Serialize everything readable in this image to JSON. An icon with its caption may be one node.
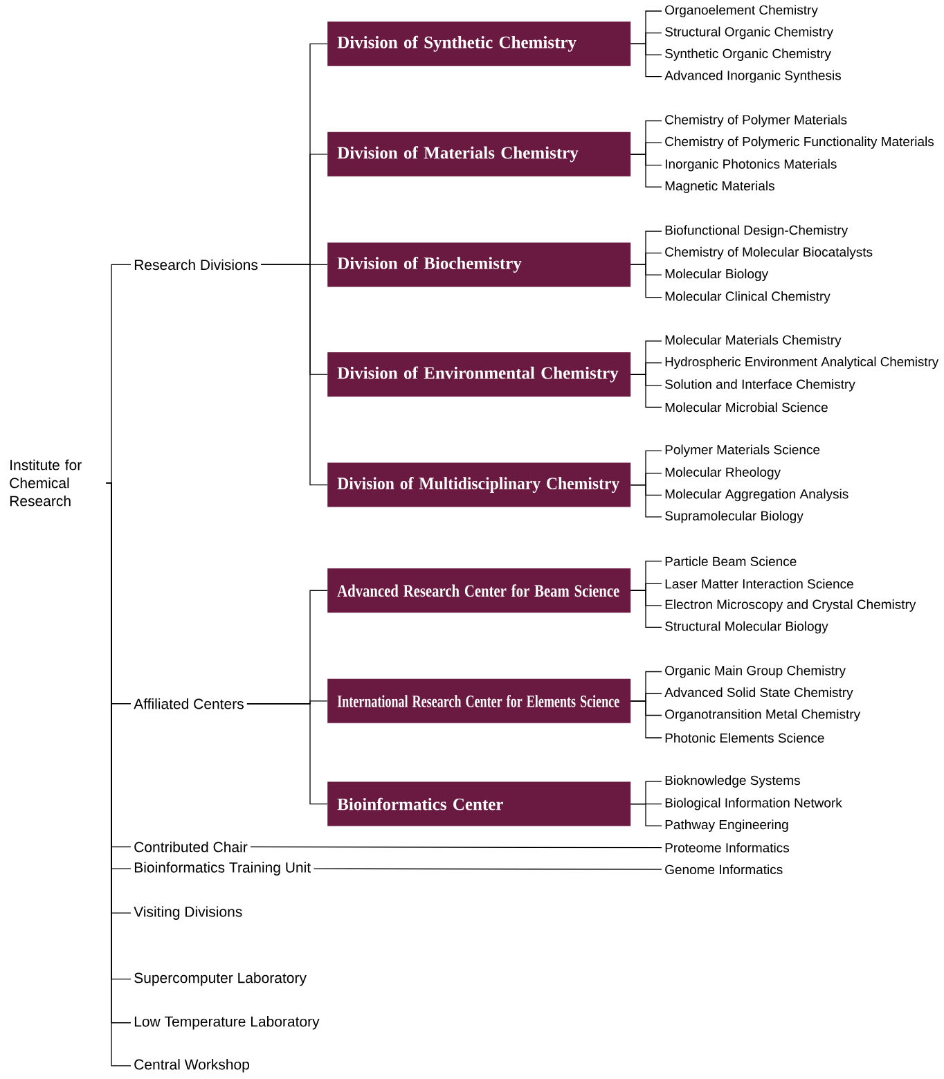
{
  "diagram": {
    "nodes": [
      {
        "text": [
          "Institute for Chemical Research"
        ]
      },
      {
        "text": [
          "Research Divisions"
        ]
      },
      {
        "text": [
          "Division of Synthetic Chemistry"
        ]
      },
      {
        "text": [
          "Organoelement Chemistry"
        ]
      },
      {
        "text": [
          "Structural Organic Chemistry"
        ]
      },
      {
        "text": [
          "Synthetic Organic Chemistry"
        ]
      },
      {
        "text": [
          "Advanced Inorganic Synthesis"
        ]
      },
      {
        "text": [
          "Division of Materials Chemistry"
        ]
      },
      {
        "text": [
          "Chemistry of Polymer Materials"
        ]
      },
      {
        "text": [
          "Chemistry of Polymeric Functionality Materials"
        ]
      },
      {
        "text": [
          "Inorganic Photonics Materials"
        ]
      },
      {
        "text": [
          "Magnetic Materials"
        ]
      },
      {
        "text": [
          "Division of Biochemistry"
        ]
      },
      {
        "text": [
          "Biofunctional Design-Chemistry"
        ]
      },
      {
        "text": [
          "Chemistry of Molecular Biocatalysts"
        ]
      },
      {
        "text": [
          "Molecular Biology"
        ]
      },
      {
        "text": [
          "Molecular Clinical Chemistry"
        ]
      },
      {
        "text": [
          "Division of Environmental Chemistry"
        ]
      },
      {
        "text": [
          "Molecular Materials Chemistry"
        ]
      },
      {
        "text": [
          "Hydrospheric Environment Analytical Chemistry"
        ]
      },
      {
        "text": [
          "Solution and Interface Chemistry"
        ]
      },
      {
        "text": [
          "Molecular Microbial Science"
        ]
      },
      {
        "text": [
          "Division of Multidisciplinary Chemistry"
        ]
      },
      {
        "text": [
          "Polymer Materials Science"
        ]
      },
      {
        "text": [
          "Molecular Rheology"
        ]
      },
      {
        "text": [
          "Molecular Aggregation Analysis"
        ]
      },
      {
        "text": [
          "Supramolecular Biology"
        ]
      },
      {
        "text": [
          "Affiliated Centers"
        ]
      },
      {
        "text": [
          "Advanced Research Center for Beam Science"
        ]
      },
      {
        "text": [
          "Particle Beam Science"
        ]
      },
      {
        "text": [
          "Laser Matter Interaction Science"
        ]
      },
      {
        "text": [
          "Electron Microscopy and Crystal Chemistry"
        ]
      },
      {
        "text": [
          "Structural Molecular Biology"
        ]
      },
      {
        "text": [
          "International Research Center for Elements Science"
        ]
      },
      {
        "text": [
          "Organic Main Group Chemistry"
        ]
      },
      {
        "text": [
          "Advanced Solid State Chemistry"
        ]
      },
      {
        "text": [
          "Organotransition Metal Chemistry"
        ]
      },
      {
        "text": [
          "Photonic Elements Science"
        ]
      },
      {
        "text": [
          "Bioinformatics Center"
        ]
      },
      {
        "text": [
          "Bioknowledge Systems"
        ]
      },
      {
        "text": [
          "Biological Information Network"
        ]
      },
      {
        "text": [
          "Pathway Engineering"
        ]
      },
      {
        "text": [
          "Contributed Chair"
        ]
      },
      {
        "text": [
          "Proteome Informatics"
        ]
      },
      {
        "text": [
          "Bioinformatics Training Unit"
        ]
      },
      {
        "text": [
          "Genome Informatics"
        ]
      },
      {
        "text": [
          "Visiting Divisions"
        ]
      },
      {
        "text": [
          "Supercomputer Laboratory"
        ]
      },
      {
        "text": [
          "Low Temperature Laboratory"
        ]
      },
      {
        "text": [
          "Central Workshop"
        ]
      }
    ],
    "edges": [
      {
        "from": 0,
        "to": 1,
        "arrow": "none"
      },
      {
        "from": 1,
        "to": 2,
        "arrow": "none"
      },
      {
        "from": 2,
        "to": 3,
        "arrow": "none"
      },
      {
        "from": 2,
        "to": 4,
        "arrow": "none"
      },
      {
        "from": 2,
        "to": 5,
        "arrow": "none"
      },
      {
        "from": 2,
        "to": 6,
        "arrow": "none"
      },
      {
        "from": 1,
        "to": 7,
        "arrow": "none"
      },
      {
        "from": 7,
        "to": 8,
        "arrow": "none"
      },
      {
        "from": 7,
        "to": 9,
        "arrow": "none"
      },
      {
        "from": 7,
        "to": 10,
        "arrow": "none"
      },
      {
        "from": 7,
        "to": 11,
        "arrow": "none"
      },
      {
        "from": 1,
        "to": 12,
        "arrow": "none"
      },
      {
        "from": 12,
        "to": 13,
        "arrow": "none"
      },
      {
        "from": 12,
        "to": 14,
        "arrow": "none"
      },
      {
        "from": 12,
        "to": 15,
        "arrow": "none"
      },
      {
        "from": 12,
        "to": 16,
        "arrow": "none"
      },
      {
        "from": 1,
        "to": 17,
        "arrow": "none"
      },
      {
        "from": 17,
        "to": 18,
        "arrow": "none"
      },
      {
        "from": 17,
        "to": 19,
        "arrow": "none"
      },
      {
        "from": 17,
        "to": 20,
        "arrow": "none"
      },
      {
        "from": 17,
        "to": 21,
        "arrow": "none"
      },
      {
        "from": 1,
        "to": 22,
        "arrow": "none"
      },
      {
        "from": 22,
        "to": 23,
        "arrow": "none"
      },
      {
        "from": 22,
        "to": 24,
        "arrow": "none"
      },
      {
        "from": 22,
        "to": 25,
        "arrow": "none"
      },
      {
        "from": 22,
        "to": 26,
        "arrow": "none"
      },
      {
        "from": 0,
        "to": 27,
        "arrow": "none"
      },
      {
        "from": 27,
        "to": 28,
        "arrow": "none"
      },
      {
        "from": 28,
        "to": 29,
        "arrow": "none"
      },
      {
        "from": 28,
        "to": 30,
        "arrow": "none"
      },
      {
        "from": 28,
        "to": 31,
        "arrow": "none"
      },
      {
        "from": 28,
        "to": 32,
        "arrow": "none"
      },
      {
        "from": 27,
        "to": 33,
        "arrow": "none"
      },
      {
        "from": 33,
        "to": 34,
        "arrow": "none"
      },
      {
        "from": 33,
        "to": 35,
        "arrow": "none"
      },
      {
        "from": 33,
        "to": 36,
        "arrow": "none"
      },
      {
        "from": 33,
        "to": 37,
        "arrow": "none"
      },
      {
        "from": 27,
        "to": 38,
        "arrow": "none"
      },
      {
        "from": 38,
        "to": 39,
        "arrow": "none"
      },
      {
        "from": 38,
        "to": 40,
        "arrow": "none"
      },
      {
        "from": 38,
        "to": 41,
        "arrow": "none"
      },
      {
        "from": 0,
        "to": 42,
        "arrow": "none"
      },
      {
        "from": 42,
        "to": 43,
        "arrow": "none"
      },
      {
        "from": 0,
        "to": 44,
        "arrow": "none"
      },
      {
        "from": 44,
        "to": 45,
        "arrow": "none"
      },
      {
        "from": 0,
        "to": 46,
        "arrow": "none"
      },
      {
        "from": 0,
        "to": 47,
        "arrow": "none"
      },
      {
        "from": 0,
        "to": 48,
        "arrow": "none"
      },
      {
        "from": 0,
        "to": 49,
        "arrow": "none"
      }
    ]
  }
}
